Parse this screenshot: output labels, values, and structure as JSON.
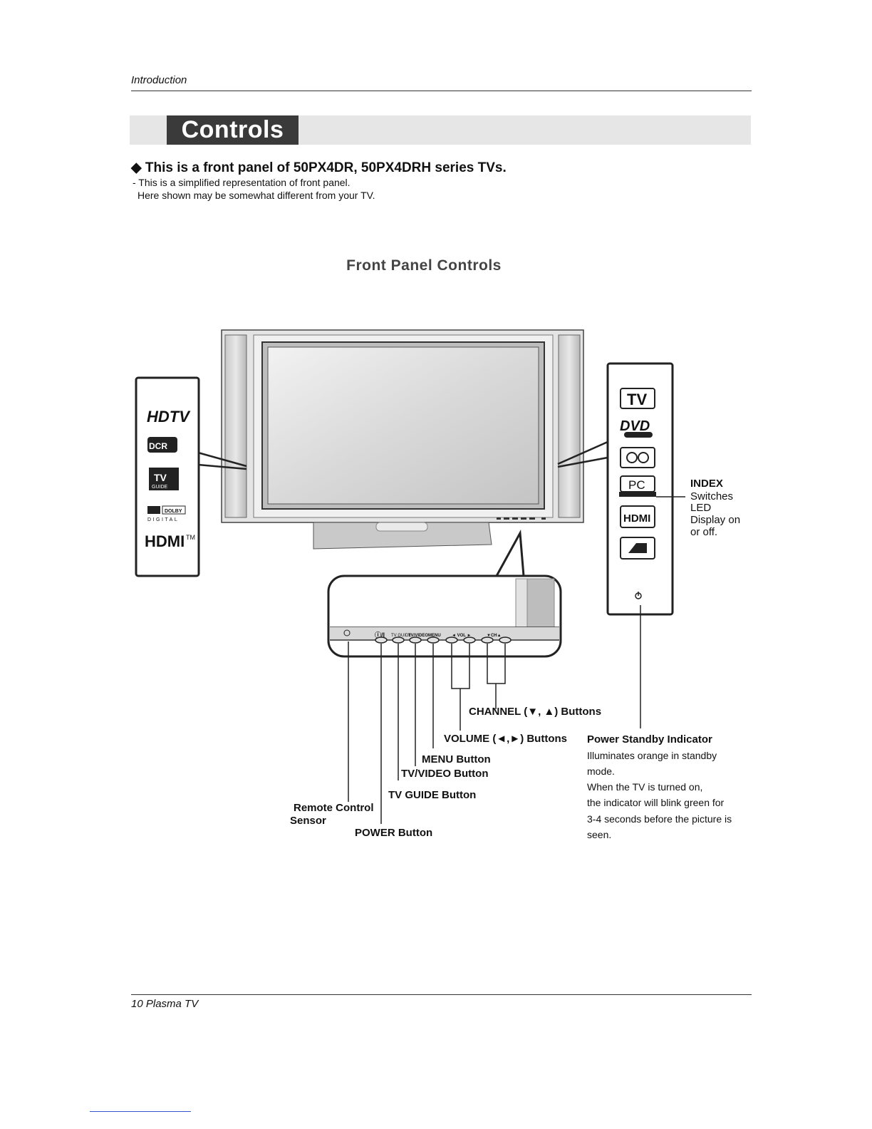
{
  "header": {
    "section": "Introduction"
  },
  "title": "Controls",
  "intro": {
    "heading": "◆ This is a front panel of 50PX4DR, 50PX4DRH series TVs.",
    "note_line1": "- This is a simplified representation of front panel.",
    "note_line2": "Here shown may be somewhat different from your TV."
  },
  "figure": {
    "title": "Front Panel Controls",
    "left_logos": [
      "HDTV",
      "DCR",
      "TV GUIDE",
      "DOLBY DIGITAL",
      "HDMI™"
    ],
    "right_icons": [
      "TV",
      "DVD VIDEO",
      "VCR",
      "PC MONITOR",
      "HDMI",
      "COMPONENT"
    ],
    "panel_buttons": [
      "⏻/I",
      "TV GUIDE",
      "TV/VIDEO",
      "MENU",
      "◄ VOL ►",
      "▼CH▲"
    ],
    "labels": {
      "channel": "CHANNEL (▼, ▲) Buttons",
      "volume": "VOLUME (◄,►) Buttons",
      "menu": "MENU Button",
      "tvvideo": "TV/VIDEO Button",
      "tvguide": "TV GUIDE Button",
      "remote_line1": "Remote Control",
      "remote_line2": "Sensor",
      "power": "POWER Button"
    },
    "index": {
      "title": "INDEX",
      "line1": "Switches",
      "line2": "LED",
      "line3": "Display on",
      "line4": "or off."
    },
    "standby": {
      "title": "Power Standby Indicator",
      "line1": "Illuminates orange in standby",
      "line2": "mode.",
      "line3": "When the TV is turned on,",
      "line4": "the indicator will blink green for",
      "line5": "3-4 seconds before the picture is",
      "line6": "seen."
    }
  },
  "footer": {
    "page": "10   Plasma TV"
  }
}
